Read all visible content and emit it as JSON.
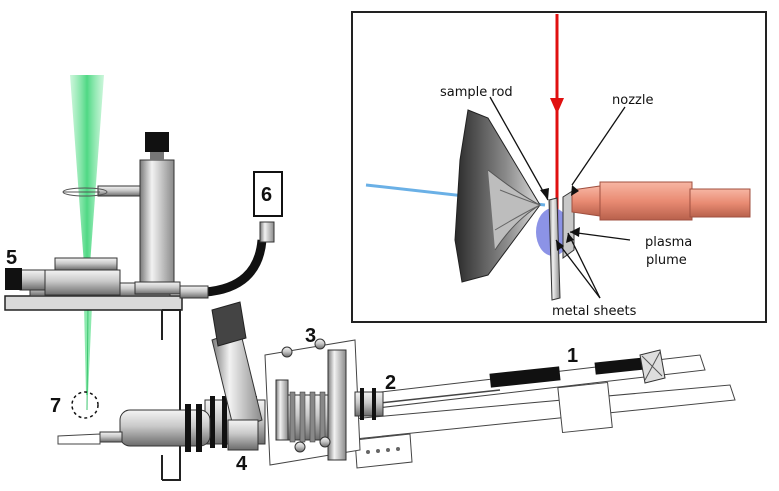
{
  "labels": {
    "n1": "1",
    "n2": "2",
    "n3": "3",
    "n4": "4",
    "n5": "5",
    "n6": "6",
    "n7": "7"
  },
  "inset": {
    "sample_rod": "sample rod",
    "nozzle": "nozzle",
    "plasma_line1": "plasma",
    "plasma_line2": "plume",
    "metal_sheets": "metal sheets"
  },
  "colors": {
    "laser_green": "#6fe39a",
    "laser_red": "#e01010",
    "beam_blue": "#6ab0e6",
    "nozzle_salmon": "#e98b73",
    "plume_blue": "#6f78e0"
  }
}
